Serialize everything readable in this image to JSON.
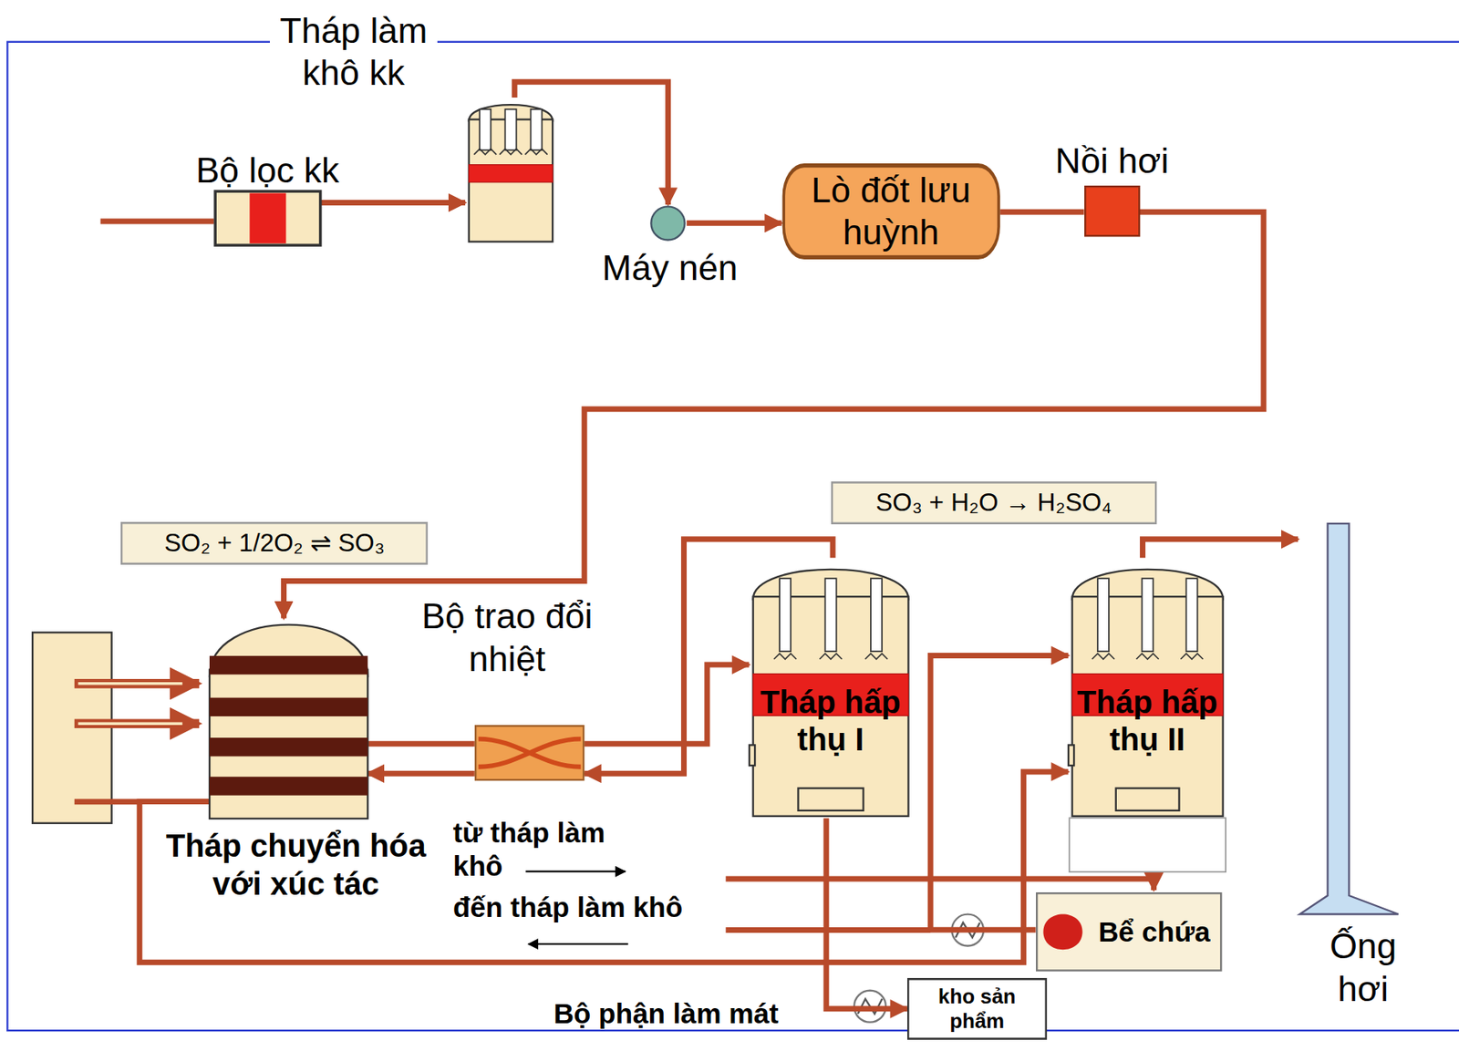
{
  "diagram": {
    "nodes": [
      {
        "text": [
          "Bộ lọc kk"
        ]
      },
      {
        "text": [
          "Tháp làm khô kk"
        ]
      },
      {
        "text": [
          "Máy nén"
        ]
      },
      {
        "text": [
          "Lò đốt lưu huỳnh"
        ]
      },
      {
        "text": [
          "Nồi hơi"
        ]
      },
      {
        "text": [
          "SO₃ + H₂O → H₂SO₄"
        ]
      },
      {
        "text": [
          "SO₂ + 1/2O₂ ⇌ SO₃"
        ]
      },
      {
        "text": [
          "Tháp chuyển hóa với xúc tác"
        ]
      },
      {
        "text": [
          "Bộ trao đổi nhiệt"
        ]
      },
      {
        "text": [
          "Tháp hấp thụ I"
        ]
      },
      {
        "text": [
          "Tháp hấp thụ II"
        ]
      },
      {
        "text": [
          "Ống hơi"
        ]
      },
      {
        "text": [
          "Bể chứa"
        ]
      },
      {
        "text": [
          "kho sản phẩm"
        ]
      }
    ],
    "edges": [
      {
        "from": 0,
        "to": 1,
        "arrow": "to"
      },
      {
        "from": 1,
        "to": 2,
        "arrow": "to"
      },
      {
        "from": 2,
        "to": 3,
        "arrow": "to"
      },
      {
        "from": 3,
        "to": 4,
        "arrow": "none"
      },
      {
        "from": 4,
        "to": 7,
        "arrow": "to"
      },
      {
        "from": 7,
        "to": 8,
        "arrow": "none"
      },
      {
        "from": 8,
        "to": 9,
        "arrow": "to"
      },
      {
        "from": 9,
        "to": 8,
        "arrow": "to"
      },
      {
        "from": 8,
        "to": 7,
        "arrow": "to"
      },
      {
        "from": 7,
        "to": 10,
        "arrow": "to"
      },
      {
        "from": 10,
        "to": 11,
        "arrow": "to"
      },
      {
        "from": 9,
        "to": 13,
        "arrow": "to"
      },
      {
        "from": 12,
        "to": 10,
        "arrow": "to"
      }
    ],
    "labels": [
      "từ tháp làm khô",
      "đến tháp làm khô",
      "Bộ phận làm mát"
    ]
  }
}
